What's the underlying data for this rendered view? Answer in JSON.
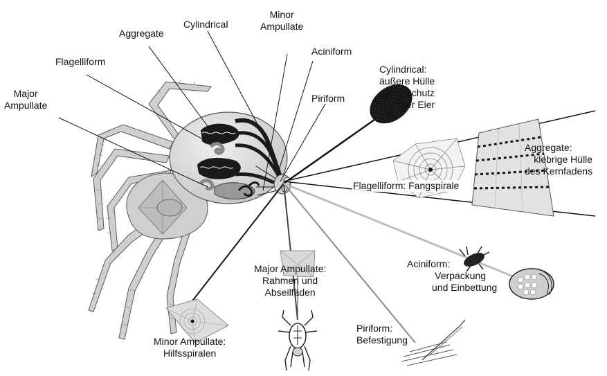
{
  "colors": {
    "line_dark": "#111111",
    "line_gray": "#8a8a8a",
    "line_light": "#bdbdbd",
    "body_fill": "#e6e6e6",
    "leg_fill": "#d4d4d4",
    "gland_dark": "#1a1a1a",
    "gland_gray": "#9a9a9a",
    "fan_fill": "#e2e2e2"
  },
  "gland_labels": {
    "major_ampullate": [
      "Major",
      "Ampullate"
    ],
    "flagelliform": "Flagelliform",
    "aggregate": "Aggregate",
    "cylindrical": "Cylindrical",
    "minor_ampullate": [
      "Minor",
      "Ampullate"
    ],
    "aciniform": "Aciniform",
    "piriform": "Piriform"
  },
  "function_labels": {
    "cylindrical": [
      "Cylindrical:",
      "äußere Hülle",
      "zum Schutz",
      "der Eier"
    ],
    "aggregate": [
      "Aggregate:",
      "klebrige Hülle",
      "des Kernfadens"
    ],
    "flagelliform": "Flagelliform: Fangspirale",
    "aciniform": [
      "Aciniform:",
      "Verpackung",
      "und Einbettung"
    ],
    "major_ampullate": [
      "Major Ampullate:",
      "Rahmen und",
      "Abseilfäden"
    ],
    "minor_ampullate": [
      "Minor Ampullate:",
      "Hilfsspiralen"
    ],
    "piriform": [
      "Piriform:",
      "Befestigung"
    ]
  },
  "illustrations": [
    "spider-illustration",
    "cylindrical-egg-case",
    "aggregate-thread",
    "flagelliform-web",
    "aciniform-wrapped-prey",
    "major-ampullate-web-frame",
    "hanging-spider",
    "minor-ampullate-web",
    "piriform-attachment"
  ]
}
